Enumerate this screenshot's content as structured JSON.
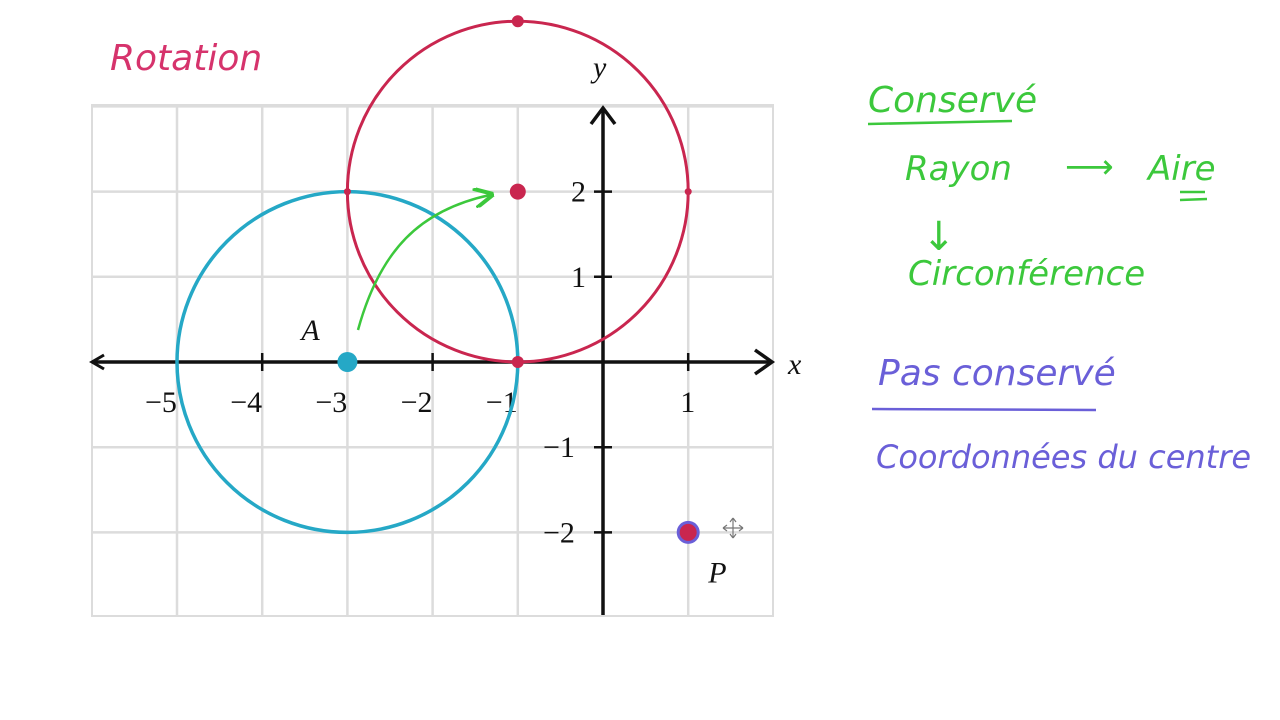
{
  "title": "Rotation",
  "axes": {
    "x_label": "x",
    "y_label": "y",
    "x_ticks": [
      "−5",
      "−4",
      "−3",
      "−2",
      "−1",
      "1"
    ],
    "y_ticks": [
      "2",
      "1",
      "−1",
      "−2"
    ]
  },
  "points": {
    "A": {
      "label": "A",
      "x": -3,
      "y": 0
    },
    "P": {
      "label": "P",
      "x": 1,
      "y": -2
    },
    "rotated_center": {
      "x": -1,
      "y": 2
    }
  },
  "circles": {
    "original": {
      "center_x": -3,
      "center_y": 0,
      "radius": 2
    },
    "rotated": {
      "center_x": -1,
      "center_y": 2,
      "radius": 2
    }
  },
  "notes": {
    "conserved_title": "Conservé",
    "rayon": "Rayon",
    "arrow_right": "⟶",
    "aire": "Aire",
    "arrow_down": "↓",
    "circonference": "Circonférence",
    "not_conserved_title": "Pas conservé",
    "coordinates": "Coordonnées du centre"
  },
  "colors": {
    "title": "#d6336c",
    "blue_circle": "#25a8c6",
    "red_circle": "#c9264f",
    "green_notes": "#3cc83c",
    "purple_notes": "#6a5fd8",
    "grid": "#dcdcdc",
    "axis": "#111111"
  }
}
